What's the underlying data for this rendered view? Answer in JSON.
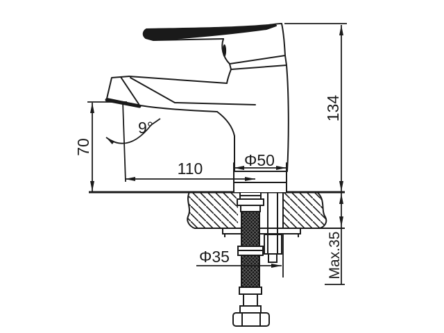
{
  "drawing": {
    "background": "#ffffff",
    "line_color": "#1a1a1a",
    "labels": {
      "overall_height": "134",
      "spout_height": "70",
      "spout_reach": "110",
      "base_diameter": "Φ50",
      "hole_diameter": "Φ35",
      "max_deck_thickness": "Max.35",
      "spout_angle": "9°"
    }
  }
}
